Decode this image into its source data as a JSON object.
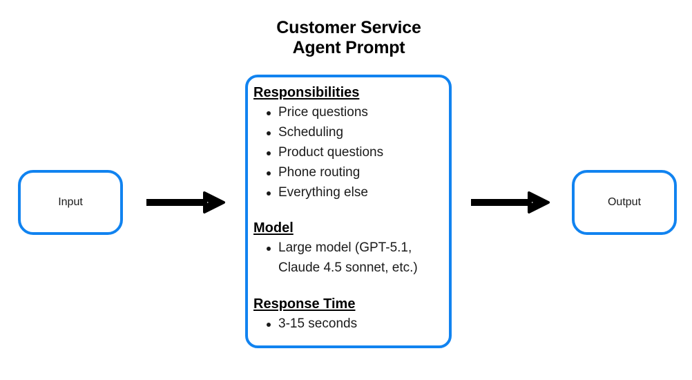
{
  "diagram": {
    "title": {
      "line1": "Customer Service",
      "line2": "Agent Prompt"
    },
    "input_node": {
      "label": "Input"
    },
    "output_node": {
      "label": "Output"
    },
    "prompt_card": {
      "sections": [
        {
          "heading": "Responsibilities",
          "items": [
            "Price questions",
            "Scheduling",
            "Product questions",
            "Phone routing",
            "Everything else"
          ]
        },
        {
          "heading": "Model",
          "items": [
            "Large model (GPT-5.1, Claude 4.5 sonnet, etc.)"
          ]
        },
        {
          "heading": "Response Time",
          "items": [
            "3-15 seconds"
          ]
        }
      ]
    },
    "arrows": [
      {
        "name": "input-to-prompt",
        "direction": "right"
      },
      {
        "name": "prompt-to-output",
        "direction": "right"
      }
    ],
    "colors": {
      "node_border": "#1183f0",
      "arrow": "#000000",
      "text": "#1a1a1a",
      "heading": "#000000",
      "background": "#ffffff"
    }
  }
}
